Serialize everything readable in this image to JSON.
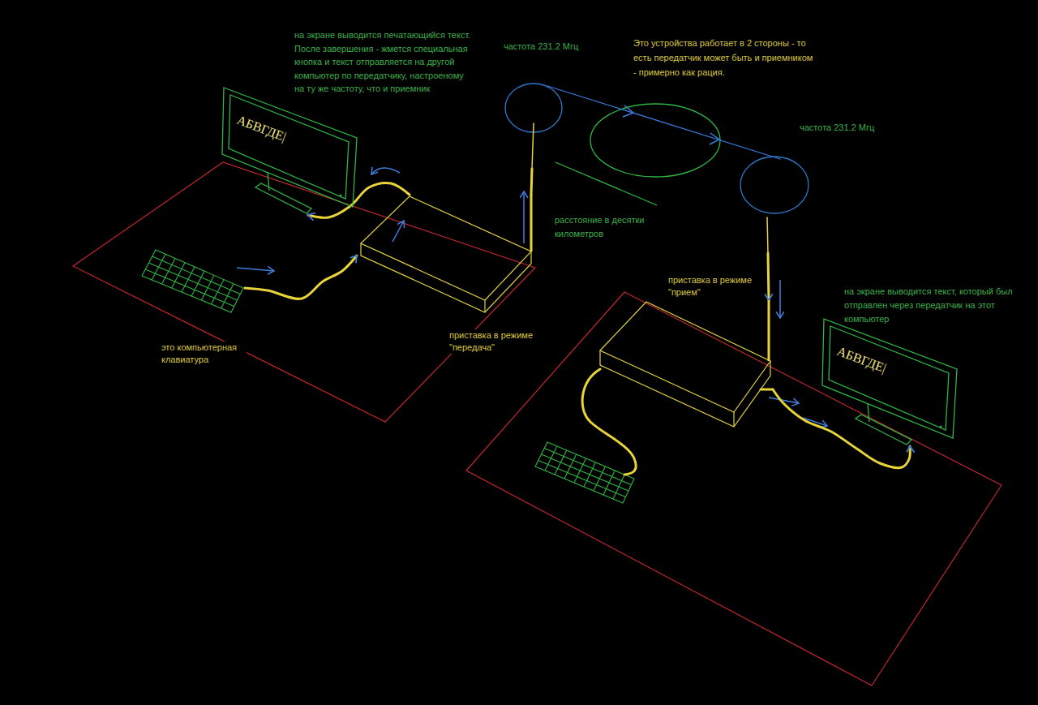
{
  "diagram": {
    "nodes": [
      {
        "text": [
          "АБВГДЕ|"
        ]
      },
      {
        "text": [
          "приставка в режиме \"передача\""
        ]
      },
      {
        "text": [
          "это компьютерная клавиатура"
        ]
      },
      {
        "text": [
          "приставка в режиме \"прием\""
        ]
      },
      {
        "text": [
          "АБВГДЕ|"
        ]
      }
    ],
    "edges": [
      {
        "from": 2,
        "to": 1,
        "arrow": "to"
      },
      {
        "from": 1,
        "to": 0,
        "arrow": "to"
      },
      {
        "from": 1,
        "to": 3,
        "arrow": "to"
      },
      {
        "from": 3,
        "to": 4,
        "arrow": "to"
      }
    ],
    "labels": [
      "на экране выводится печатающийся текст. После завершения - жмется специальная кнопка и текст отправляется на другой компьютер по передатчику, настроеному на ту же частоту, что и приемник",
      "частота 231.2 Мгц",
      "Это устройства работает в 2 стороны - то есть передатчик может быть и приемником - примерно как рация.",
      "частота 231.2 Мгц",
      "расстояние в десятки километров",
      "на экране выводится текст, который был отправлен через передатчик на этот компьютер"
    ]
  }
}
